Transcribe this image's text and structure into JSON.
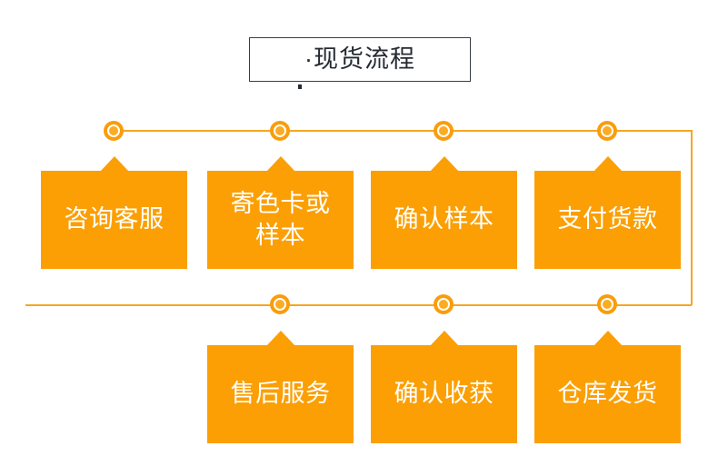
{
  "page": {
    "background_color": "#ffffff",
    "accent_color": "#fb9f04",
    "line_color": "#f5a623",
    "title_text_color": "#262b33",
    "box_text_color": "#ffffff"
  },
  "header": {
    "title": "·现货流程",
    "bullet": "·"
  },
  "flow": {
    "row1": {
      "steps": [
        {
          "index": 1,
          "label": "咨询客服"
        },
        {
          "index": 2,
          "label": "寄色卡或\n样本"
        },
        {
          "index": 3,
          "label": "确认样本"
        },
        {
          "index": 4,
          "label": "支付货款"
        }
      ]
    },
    "row2": {
      "steps": [
        {
          "index": 5,
          "label": "仓库发货"
        },
        {
          "index": 6,
          "label": "确认收获"
        },
        {
          "index": 7,
          "label": "售后服务"
        }
      ],
      "display_order": [
        {
          "index": 7,
          "label": "售后服务"
        },
        {
          "index": 6,
          "label": "确认收获"
        },
        {
          "index": 5,
          "label": "仓库发货"
        }
      ]
    },
    "connector_icons": [
      "node-circle-icon",
      "node-circle-icon",
      "node-circle-icon",
      "node-circle-icon",
      "node-circle-icon",
      "node-circle-icon",
      "node-circle-icon"
    ]
  }
}
